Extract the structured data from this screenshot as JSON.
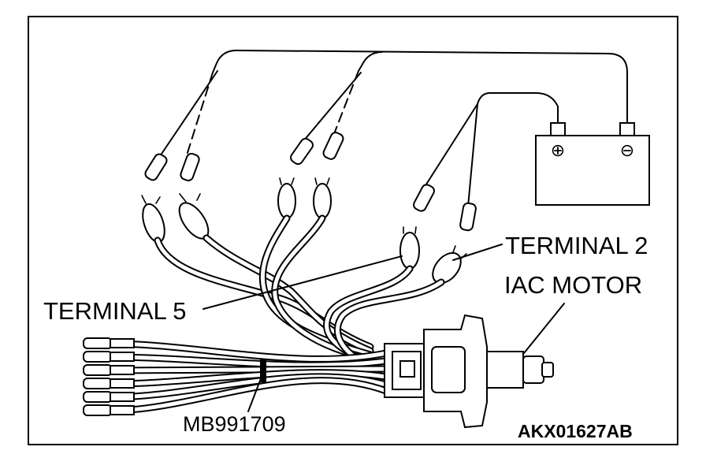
{
  "labels": {
    "terminal_5": "TERMINAL 5",
    "terminal_2": "TERMINAL 2",
    "iac_motor": "IAC MOTOR",
    "harness_tool": "MB991709",
    "figure_code": "AKX01627AB"
  },
  "battery": {
    "positive_symbol": "⊕",
    "negative_symbol": "⊖"
  }
}
